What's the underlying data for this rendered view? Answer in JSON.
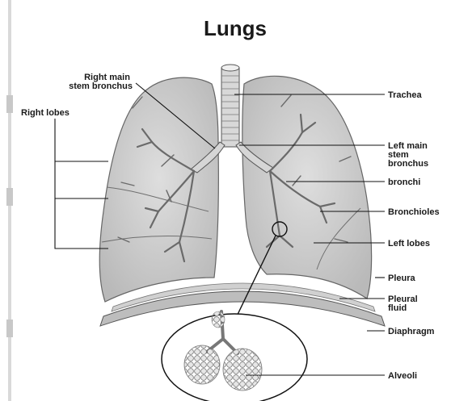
{
  "title": "Lungs",
  "labels": {
    "right_main_stem_bronchus": [
      "Right main",
      "stem bronchus"
    ],
    "right_lobes": "Right lobes",
    "trachea": "Trachea",
    "left_main_stem_bronchus": [
      "Left main",
      "stem",
      "bronchus"
    ],
    "bronchi": "bronchi",
    "bronchioles": "Bronchioles",
    "left_lobes": "Left lobes",
    "pleura": "Pleura",
    "pleural_fluid": [
      "Pleural",
      "fluid"
    ],
    "diaphragm": "Diaphragm",
    "alveoli": "Alveoli"
  },
  "colors": {
    "lung_fill": "#cfcfcf",
    "lung_stroke": "#6b6b6b",
    "diaphragm": "#a9a9a9",
    "line": "#111111"
  }
}
